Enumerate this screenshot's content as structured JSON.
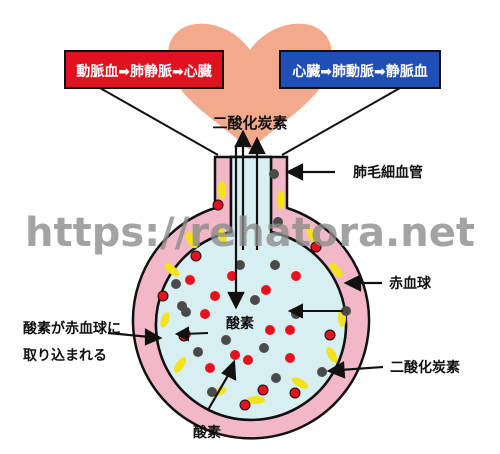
{
  "boxes": {
    "left": {
      "text": "動脈血➡肺静脈➡心臓",
      "fill": "#e2111f",
      "border": "#111111"
    },
    "right": {
      "text": "心臓➡肺動脈➡静脈血",
      "fill": "#1f4eb4",
      "border": "#111111"
    }
  },
  "labels": {
    "co2_top": "二酸化炭素",
    "capillary": "肺毛細血管",
    "rbc": "赤血球",
    "absorbed_line1": "酸素が赤血球に",
    "absorbed_line2": "取り込まれる",
    "oxygen_inside": "酸素",
    "co2_bottom": "二酸化炭素",
    "oxygen_bottom": "酸素"
  },
  "watermark": "https://rehatora.net",
  "colors": {
    "heart": "#f2a98c",
    "vessel": "#f2b8c8",
    "alveolus": "#d8eff2",
    "red_dot": "#e8101f",
    "gray_dot": "#4a4a4a",
    "yellow_cell": "#f4e21a",
    "outline": "#111111"
  }
}
